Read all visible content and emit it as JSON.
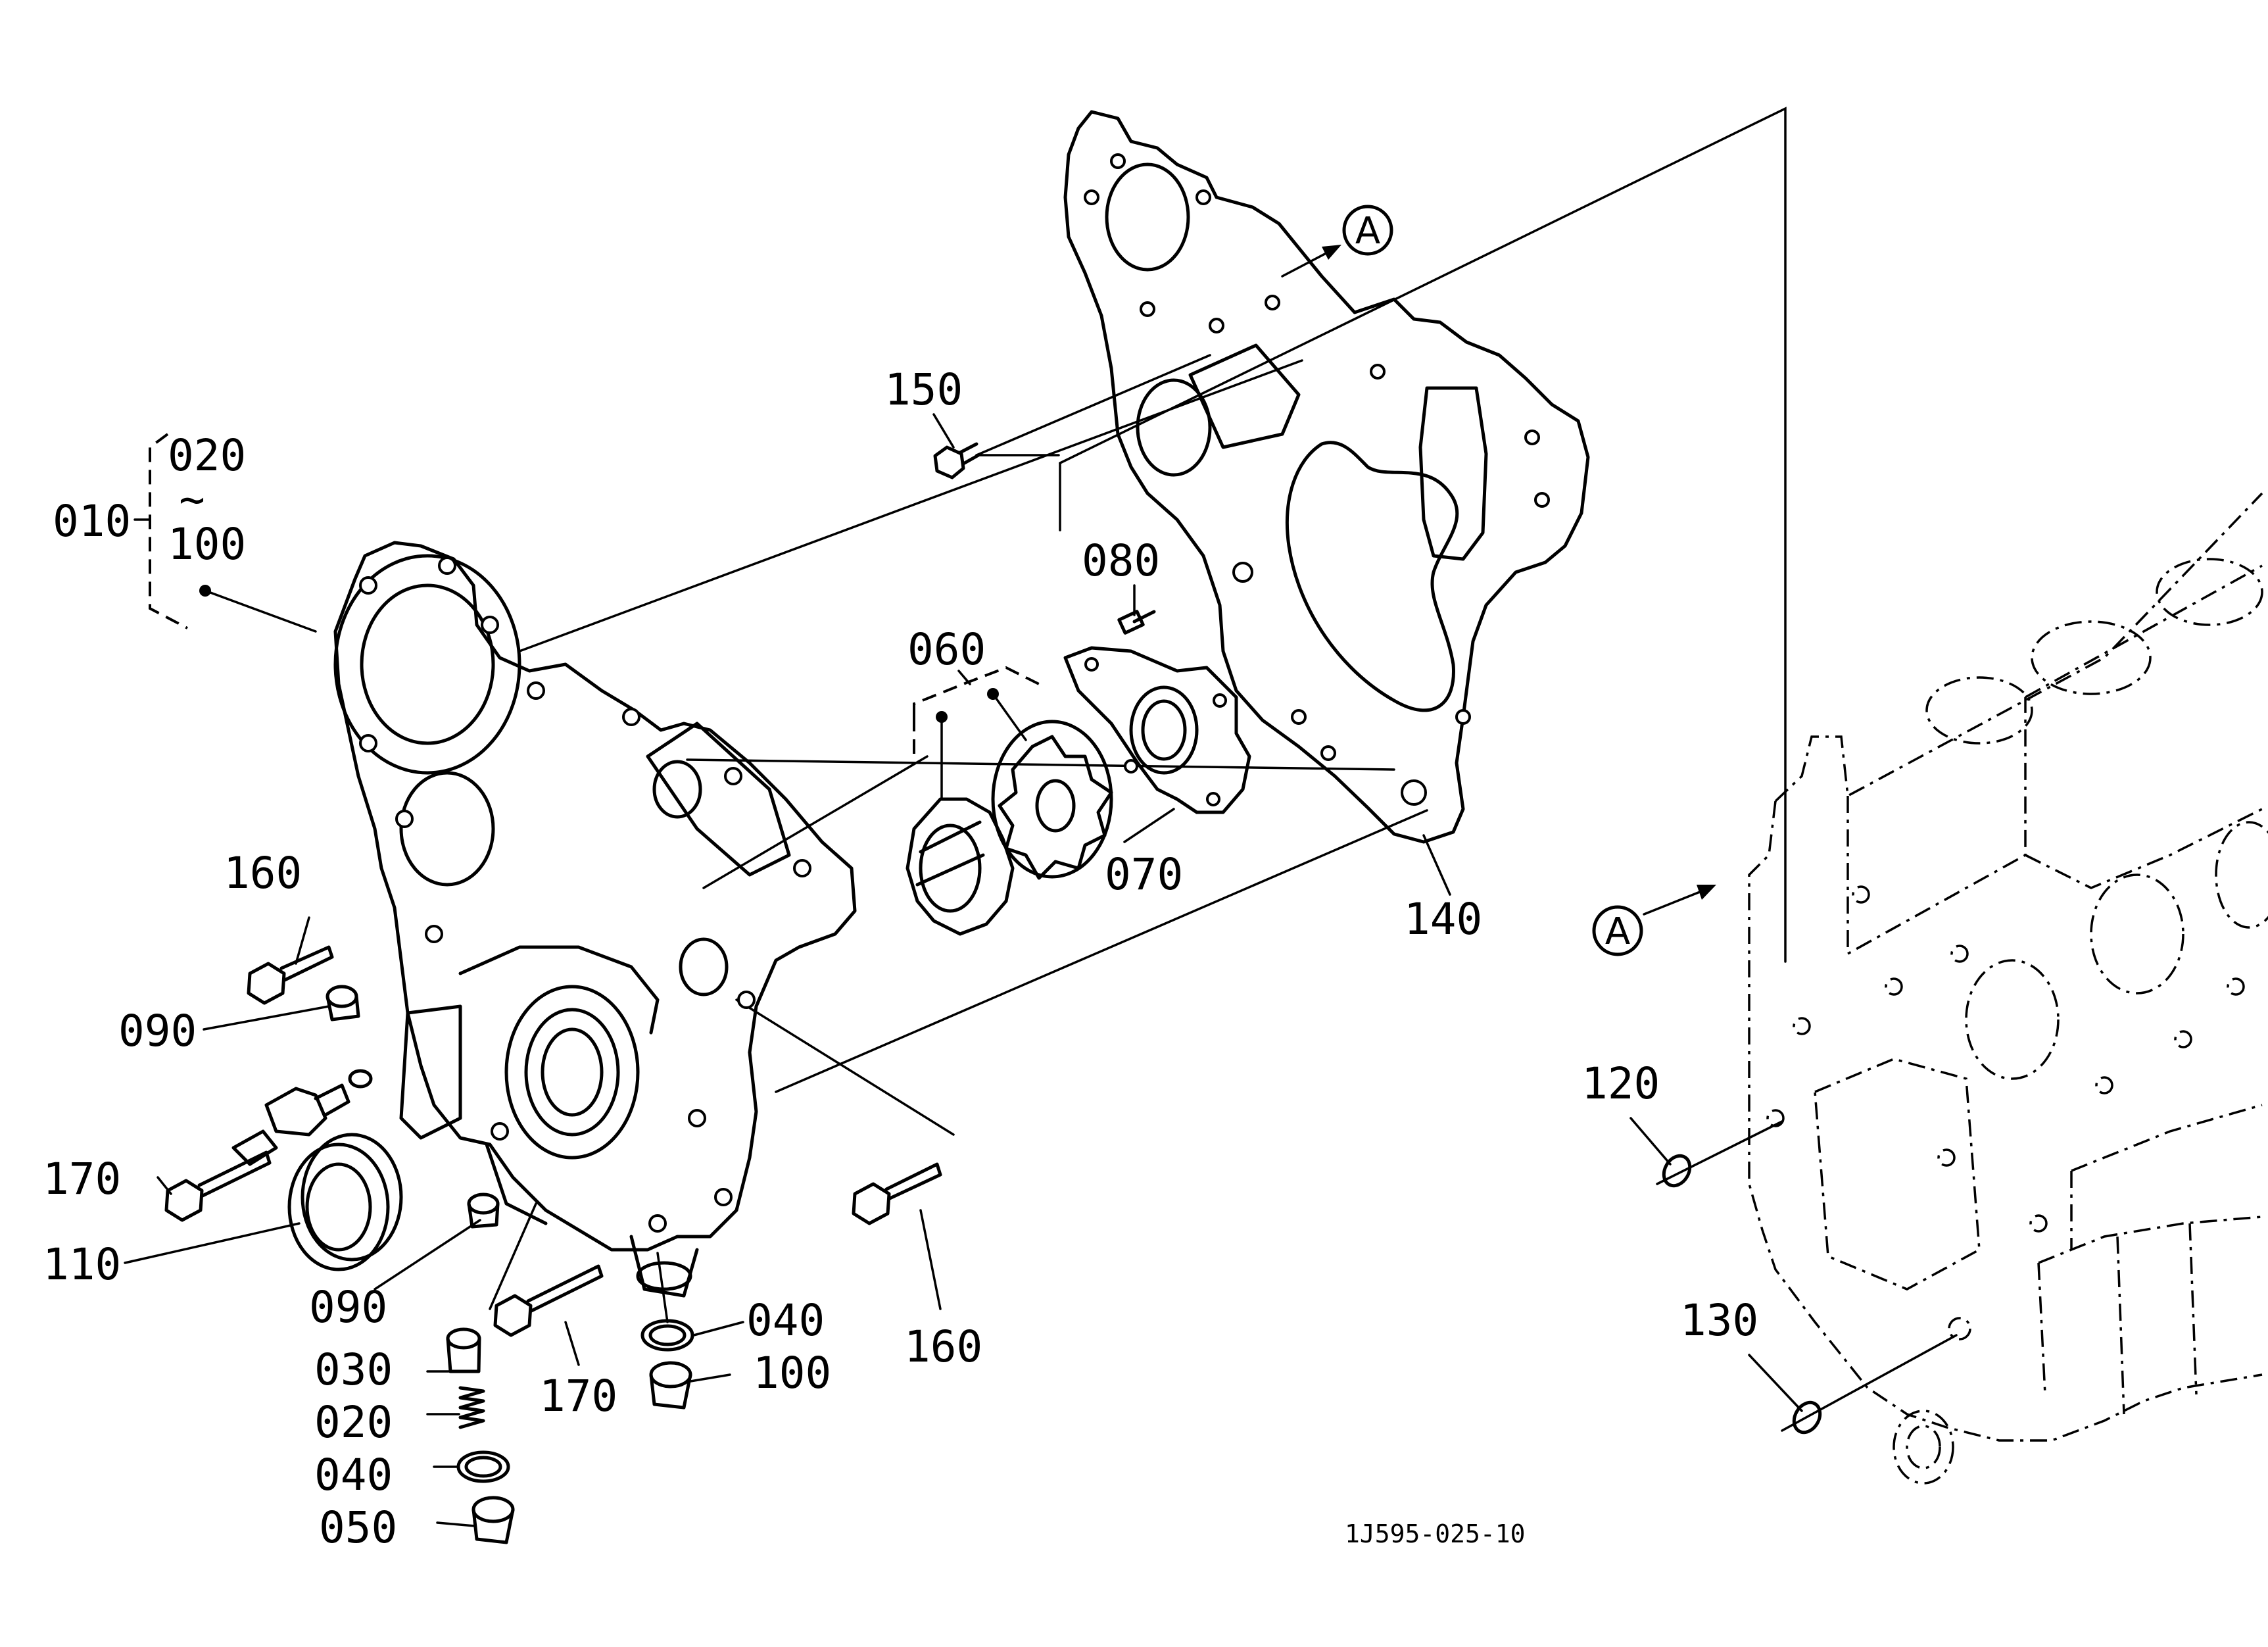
{
  "diagram": {
    "drawing_code": "1J595-025-10",
    "callout_symbol": "A",
    "range_label": {
      "parent": "010",
      "from": "020",
      "sep": "~",
      "to": "100"
    },
    "part_labels": {
      "p150": "150",
      "p080": "080",
      "p060": "060",
      "p070": "070",
      "p140": "140",
      "p160a": "160",
      "p160b": "160",
      "p090a": "090",
      "p090b": "090",
      "p170a": "170",
      "p170b": "170",
      "p110": "110",
      "p040a": "040",
      "p040b": "040",
      "p100": "100",
      "p030": "030",
      "p020": "020",
      "p050": "050",
      "p120": "120",
      "p130": "130"
    }
  }
}
